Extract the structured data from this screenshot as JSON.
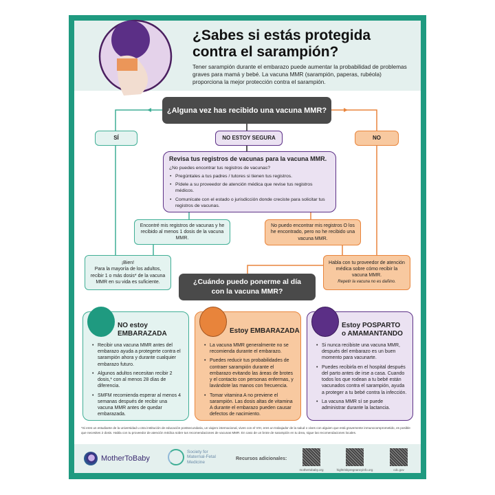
{
  "header": {
    "title_line1": "¿Sabes si estás protegida",
    "title_line2": "contra el sarampión?",
    "intro": "Tener sarampión durante el embarazo puede aumentar la probabilidad de problemas graves para mamá y bebé. La vacuna MMR (sarampión, paperas, rubéola) proporciona la mejor protección contra el sarampión."
  },
  "flow": {
    "question": "¿Alguna vez has recibido una vacuna MMR?",
    "yes": "SÍ",
    "unsure": "NO ESTOY SEGURA",
    "no": "NO",
    "check": {
      "title": "Revisa tus registros de vacunas para la vacuna MMR.",
      "subtitle": "¿No puedes encontrar tus registros de vacunas?",
      "items": [
        "Pregúntales a tus padres / tutores si tienen tus registros.",
        "Pídele a su proveedor de atención médica que revise tus registros médicos.",
        "Comunícate con el estado o jurisdicción donde creciste para solicitar tus registros de vacunas."
      ]
    },
    "found": "Encontré mis registros de vacunas y he recibido al menos 1 dosis de la vacuna MMR.",
    "notfound": "No puedo encontrar mis registros O los he encontrado, pero no he recibido una vacuna MMR.",
    "good_title": "¡Bien!",
    "good_text": "Para la mayoría de los adultos, recibir 1 o más dosis* de la vacuna MMR en su vida es suficiente.",
    "talk_text": "Habla con tu proveedor de atención médica sobre cómo recibir la vacuna MMR.",
    "talk_note": "Repetir la vacuna no es dañino.",
    "when": "¿Cuándo puedo ponerme al día con la vacuna MMR?"
  },
  "cards": [
    {
      "title_line1": "NO estoy",
      "title_line2": "EMBARAZADA",
      "items": [
        "Recibir una vacuna MMR antes del embarazo ayuda a protegerte contra el sarampión ahora y durante cualquier embarazo futuro.",
        "Algunos adultos necesitan recibir 2 dosis,* con al menos 28 días de diferencia.",
        "SMFM recomienda esperar al menos 4 semanas después de recibir una vacuna MMR antes de quedar embarazada."
      ]
    },
    {
      "title_line1": "Estoy EMBARAZADA",
      "items": [
        "La vacuna MMR generalmente no se recomienda durante el embarazo.",
        "Puedes reducir tus probabilidades de contraer sarampión durante el embarazo evitando las áreas de brotes y el contacto con personas enfermas, y lavándote las manos con frecuencia.",
        "Tomar vitamina A no previene el sarampión. Las dosis altas de vitamina A durante el embarazo pueden causar defectos de nacimiento."
      ]
    },
    {
      "title_line1": "Estoy POSPARTO",
      "title_line2": "o AMAMANTANDO",
      "items": [
        "Si nunca recibiste una vacuna MMR, después del embarazo es un buen momento para vacunarte.",
        "Puedes recibirla en el hospital después del parto antes de irse a casa. Cuando todos los que rodean a tu bebé están vacunados contra el sarampión, ayuda a proteger a tu bebé contra la infección.",
        "La vacuna MMR sí se puede administrar durante la lactancia."
      ]
    }
  ],
  "footnote": "*Si eres un estudiante de la universidad u otra institución de educación postsecundaria, un viajero internacional, vives con el VIH, eres un trabajador de la salud o vives con alguien que está gravemente inmunocomprometido, es posible que necesites 2 dosis. Habla con tu proveedor de atención médica sobre tus recomendaciones de vacunas MMR. En caso de un brote de sarampión en tu área, sigue las recomendaciones locales.",
  "footer": {
    "logo1": "MotherToBaby",
    "logo2": "Society for Maternal-Fetal Medicine",
    "resources": "Recursos adicionales:",
    "links": [
      "mothertobaby.org",
      "hightriskpregnancyinfo.org",
      "cdc.gov"
    ]
  },
  "colors": {
    "teal": "#1f9a80",
    "purple": "#5b2f86",
    "orange": "#e8843b",
    "dark": "#4a4a4a"
  }
}
